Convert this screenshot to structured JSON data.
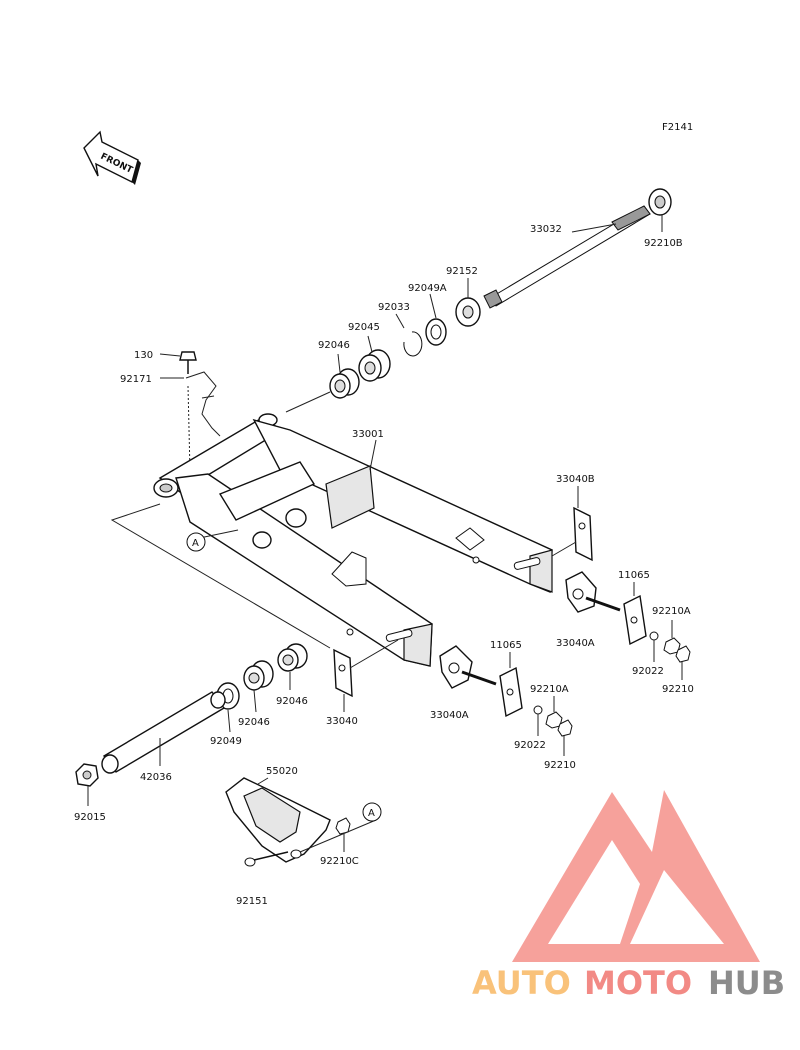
{
  "diagram": {
    "code": "F2141",
    "front_label": "FRONT",
    "parts": {
      "p33032": "33032",
      "p92210B": "92210B",
      "p92152": "92152",
      "p92049A": "92049A",
      "p92033": "92033",
      "p92045": "92045",
      "p92046_top": "92046",
      "p130": "130",
      "p92171": "92171",
      "p33001": "33001",
      "p33040B": "33040B",
      "pA_left": "A",
      "p11065_right": "11065",
      "p92210A_right": "92210A",
      "p33040A_right": "33040A",
      "p92022_right": "92022",
      "p92210_right": "92210",
      "p11065_mid": "11065",
      "p92210A_mid": "92210A",
      "p33040A_mid": "33040A",
      "p92022_mid": "92022",
      "p92210_mid": "92210",
      "p92046_a": "92046",
      "p92046_b": "92046",
      "p33040": "33040",
      "p92049": "92049",
      "p42036": "42036",
      "p92015": "92015",
      "p55020": "55020",
      "pA_right": "A",
      "p92210C": "92210C",
      "p92151": "92151"
    }
  },
  "watermark": {
    "brand_part1": "AUTO",
    "brand_part2": "MOTO",
    "brand_part3": "HUB",
    "color_orange": "#f9c27a",
    "color_red": "#f28a85",
    "color_grey": "#8c8c8c"
  }
}
